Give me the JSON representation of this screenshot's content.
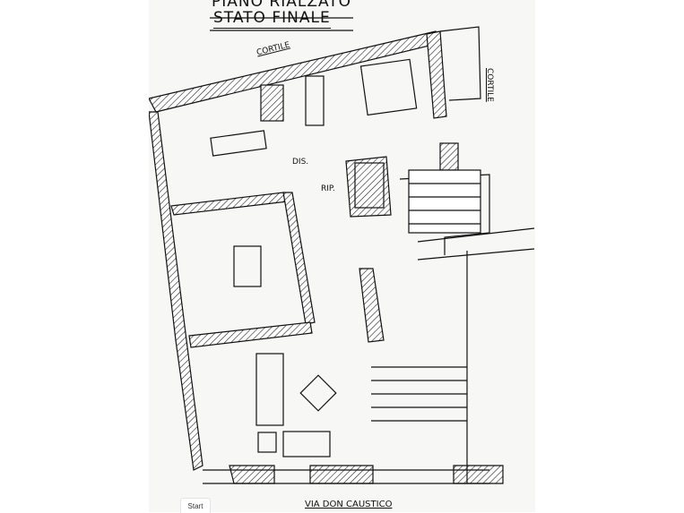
{
  "plan": {
    "title_line1": "PIANO RIALZATO",
    "title_line2": "STATO FINALE",
    "labels": {
      "cortile_top": "CORTILE",
      "cortile_right": "CORTILE",
      "dis": "DIS.",
      "rip": "RIP.",
      "street": "VIA DON CAUSTICO"
    }
  },
  "controls": {
    "start_label": "Start"
  }
}
